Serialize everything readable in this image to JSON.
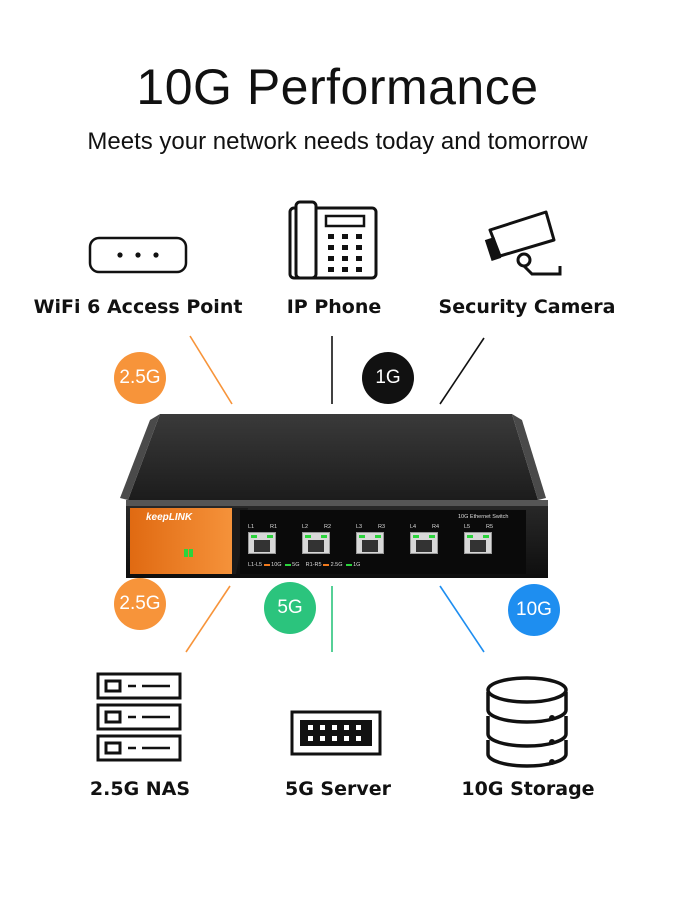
{
  "header": {
    "title": "10G Performance",
    "subtitle": "Meets your network needs today and tomorrow"
  },
  "devices_top": [
    {
      "label": "WiFi 6 Access Point",
      "icon": "access-point-icon"
    },
    {
      "label": "IP Phone",
      "icon": "phone-icon"
    },
    {
      "label": "Security Camera",
      "icon": "camera-icon"
    }
  ],
  "devices_bottom": [
    {
      "label": "2.5G NAS",
      "icon": "nas-icon"
    },
    {
      "label": "5G Server",
      "icon": "server-icon"
    },
    {
      "label": "10G Storage",
      "icon": "storage-icon"
    }
  ],
  "badges": {
    "top_left": {
      "text": "2.5G",
      "color": "#f7943a"
    },
    "top_center": {
      "text": "1G",
      "color": "#111111"
    },
    "bottom_left": {
      "text": "2.5G",
      "color": "#f7943a"
    },
    "bottom_center": {
      "text": "5G",
      "color": "#2bc47d"
    },
    "bottom_right": {
      "text": "10G",
      "color": "#1e8ef0"
    }
  },
  "switch": {
    "brand": "keepLINK",
    "model": "10G Ethernet Switch",
    "ports": [
      {
        "left": "L1",
        "right": "R1"
      },
      {
        "left": "L2",
        "right": "R2"
      },
      {
        "left": "L3",
        "right": "R3"
      },
      {
        "left": "L4",
        "right": "R4"
      },
      {
        "left": "L5",
        "right": "R5"
      }
    ],
    "legend": {
      "item1": "L1-L5",
      "item1_speed": "10G",
      "item2_speed": "5G",
      "item3": "R1-R5",
      "item3_speed": "2.5G",
      "item4_speed": "1G"
    },
    "accent_color": "#f07a1e"
  }
}
